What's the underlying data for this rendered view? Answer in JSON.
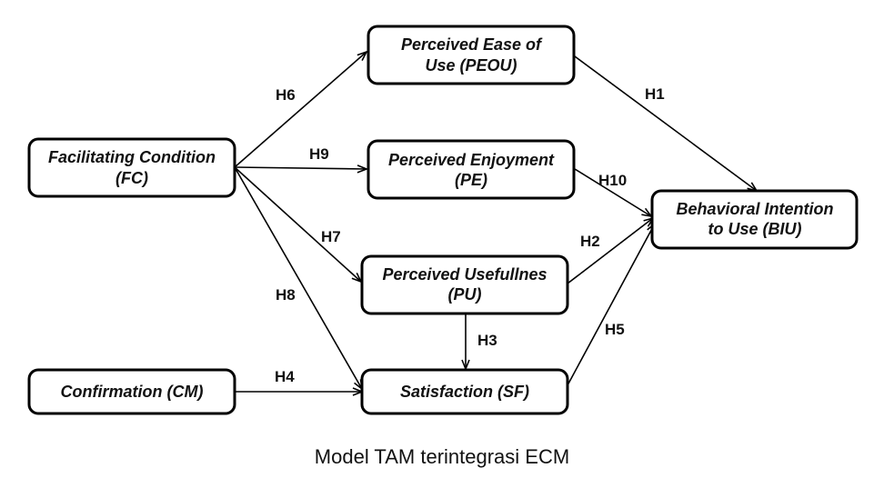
{
  "nodes": {
    "peou": [
      "Perceived Ease of",
      "Use (PEOU)"
    ],
    "fc": [
      "Facilitating Condition",
      "(FC)"
    ],
    "pe": [
      "Perceived Enjoyment",
      "(PE)"
    ],
    "biu": [
      "Behavioral Intention",
      "to Use (BIU)"
    ],
    "pu": [
      "Perceived Usefullnes",
      "(PU)"
    ],
    "cm": [
      "Confirmation (CM)"
    ],
    "sf": [
      "Satisfaction (SF)"
    ]
  },
  "hypotheses": {
    "h1": "H1",
    "h2": "H2",
    "h3": "H3",
    "h4": "H4",
    "h5": "H5",
    "h6": "H6",
    "h7": "H7",
    "h8": "H8",
    "h9": "H9",
    "h10": "H10"
  },
  "edges": [
    {
      "from": "peou",
      "to": "biu",
      "label": "h1"
    },
    {
      "from": "pu",
      "to": "biu",
      "label": "h2"
    },
    {
      "from": "pu",
      "to": "sf",
      "label": "h3"
    },
    {
      "from": "cm",
      "to": "sf",
      "label": "h4"
    },
    {
      "from": "sf",
      "to": "biu",
      "label": "h5"
    },
    {
      "from": "fc",
      "to": "peou",
      "label": "h6"
    },
    {
      "from": "fc",
      "to": "pu",
      "label": "h7"
    },
    {
      "from": "fc",
      "to": "sf",
      "label": "h8"
    },
    {
      "from": "fc",
      "to": "pe",
      "label": "h9"
    },
    {
      "from": "pe",
      "to": "biu",
      "label": "h10"
    }
  ],
  "caption": "Model TAM terintegrasi ECM"
}
